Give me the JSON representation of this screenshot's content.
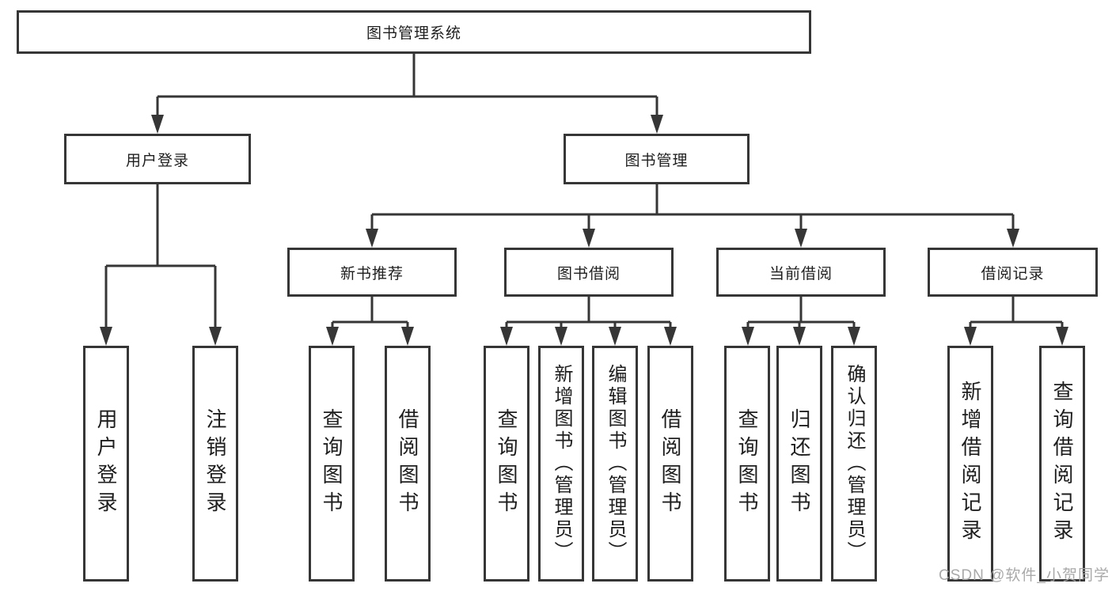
{
  "diagram": {
    "colors": {
      "line": "#363636",
      "box_border": "#363636",
      "text": "#1e1e1e",
      "watermark": "#a4a4a4",
      "background": "#ffffff"
    },
    "tree": {
      "root": {
        "label": "图书管理系统",
        "children": [
          {
            "label": "用户登录",
            "children": [
              {
                "label": "用户登录"
              },
              {
                "label": "注销登录"
              }
            ]
          },
          {
            "label": "图书管理",
            "children": [
              {
                "label": "新书推荐",
                "children": [
                  {
                    "label": "查询图书"
                  },
                  {
                    "label": "借阅图书"
                  }
                ]
              },
              {
                "label": "图书借阅",
                "children": [
                  {
                    "label": "查询图书"
                  },
                  {
                    "label": "新增图书（管理员）"
                  },
                  {
                    "label": "编辑图书（管理员）"
                  },
                  {
                    "label": "借阅图书"
                  }
                ]
              },
              {
                "label": "当前借阅",
                "children": [
                  {
                    "label": "查询图书"
                  },
                  {
                    "label": "归还图书"
                  },
                  {
                    "label": "确认归还（管理员）"
                  }
                ]
              },
              {
                "label": "借阅记录",
                "children": [
                  {
                    "label": "新增借阅记录"
                  },
                  {
                    "label": "查询借阅记录"
                  }
                ]
              }
            ]
          }
        ]
      }
    },
    "watermark": {
      "text": "CSDN @软件_小贺同学"
    }
  }
}
